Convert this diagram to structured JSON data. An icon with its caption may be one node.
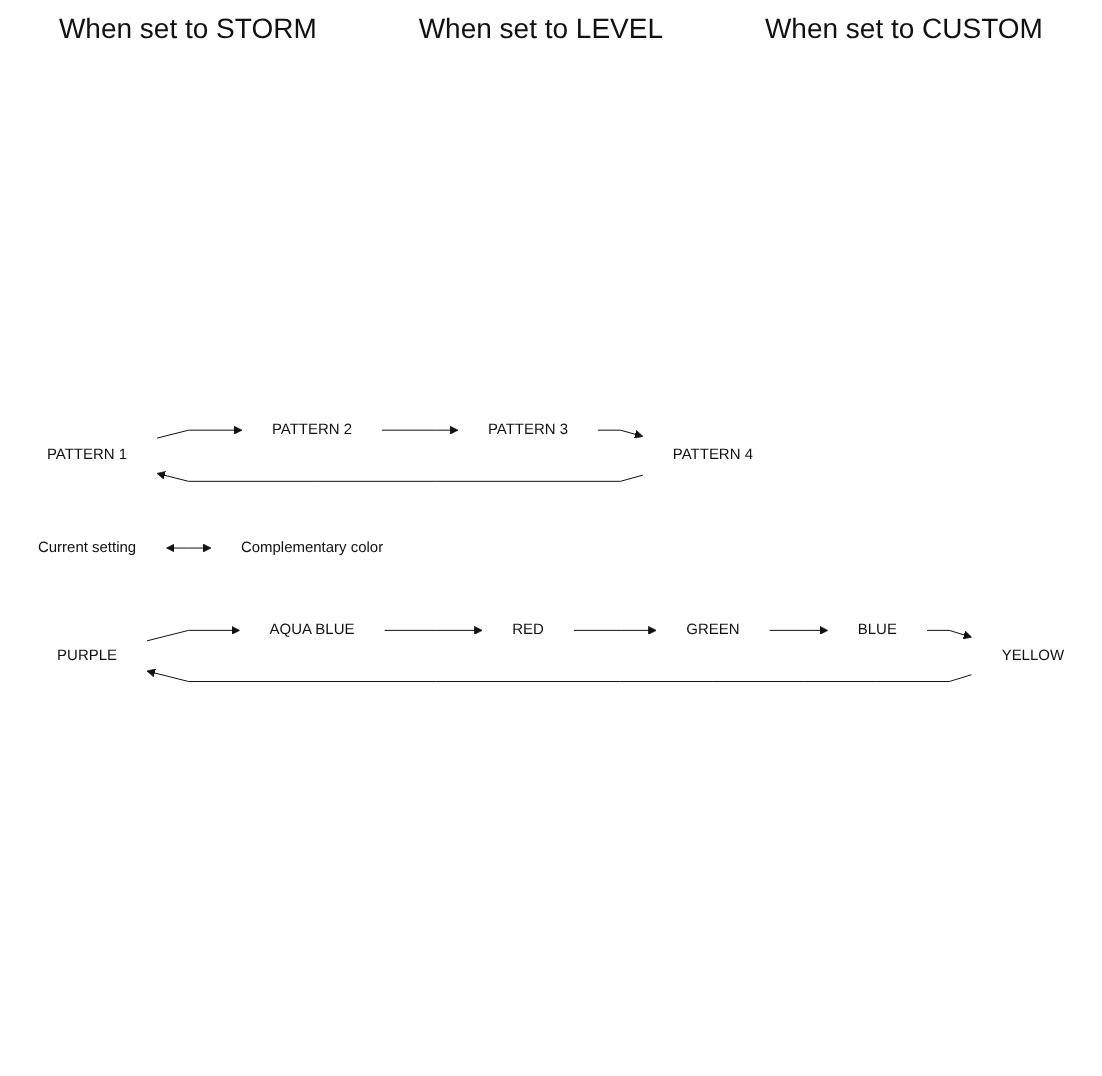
{
  "diagram": {
    "nodes": [
      {
        "text": [
          "PATTERN 1"
        ]
      },
      {
        "text": [
          "PATTERN 2"
        ]
      },
      {
        "text": [
          "PATTERN 3"
        ]
      },
      {
        "text": [
          "PATTERN 4"
        ]
      },
      {
        "text": [
          "PURPLE"
        ]
      },
      {
        "text": [
          "AQUA BLUE"
        ]
      },
      {
        "text": [
          "RED"
        ]
      },
      {
        "text": [
          "GREEN"
        ]
      },
      {
        "text": [
          "BLUE"
        ]
      },
      {
        "text": [
          "YELLOW"
        ]
      },
      {
        "text": [
          "Current setting"
        ]
      },
      {
        "text": [
          "Complementary color"
        ]
      }
    ],
    "edges": [
      {
        "from": 0,
        "to": 1,
        "arrow": "to"
      },
      {
        "from": 1,
        "to": 2,
        "arrow": "to"
      },
      {
        "from": 2,
        "to": 3,
        "arrow": "to"
      },
      {
        "from": 3,
        "to": 0,
        "arrow": "to"
      },
      {
        "from": 4,
        "to": 5,
        "arrow": "to"
      },
      {
        "from": 5,
        "to": 6,
        "arrow": "to"
      },
      {
        "from": 6,
        "to": 7,
        "arrow": "to"
      },
      {
        "from": 7,
        "to": 8,
        "arrow": "to"
      },
      {
        "from": 8,
        "to": 9,
        "arrow": "to"
      },
      {
        "from": 9,
        "to": 4,
        "arrow": "to"
      },
      {
        "from": 10,
        "to": 11,
        "arrow": "both"
      }
    ],
    "labels": [
      "When set to STORM",
      "When set to LEVEL",
      "When set to CUSTOM"
    ]
  }
}
